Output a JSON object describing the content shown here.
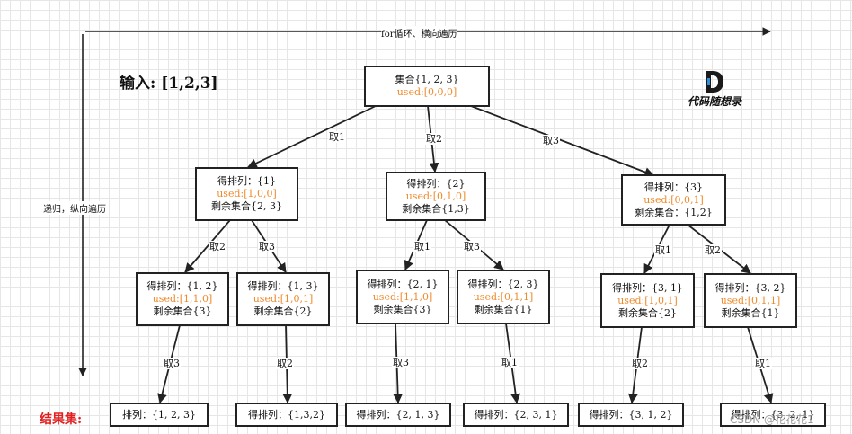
{
  "input_label": "输入: [1,2,3]",
  "result_label": "结果集:",
  "axes": {
    "horizontal": "for循环、横向遍历",
    "vertical": "递归，纵向遍历"
  },
  "brand": {
    "logo_letter": "D",
    "name": "代码随想录"
  },
  "watermark": "CSDN @花花花1",
  "nodes": {
    "root": {
      "line1": "集合{1, 2, 3}",
      "used": "used:[0,0,0]"
    },
    "n1": {
      "line1": "得排列：{1}",
      "used": "used:[1,0,0]",
      "line3": "剩余集合{2, 3}"
    },
    "n2": {
      "line1": "得排列：{2}",
      "used": "used:[0,1,0]",
      "line3": "剩余集合{1,3}"
    },
    "n3": {
      "line1": "得排列：{3}",
      "used": "used:[0,0,1]",
      "line3": "剩余集合：{1,2}"
    },
    "n12": {
      "line1": "得排列：{1, 2}",
      "used": "used:[1,1,0]",
      "line3": "剩余集合{3}"
    },
    "n13": {
      "line1": "得排列：{1, 3}",
      "used": "used:[1,0,1]",
      "line3": "剩余集合{2}"
    },
    "n21": {
      "line1": "得排列：{2, 1}",
      "used": "used:[1,1,0]",
      "line3": "剩余集合{3}"
    },
    "n23": {
      "line1": "得排列：{2, 3}",
      "used": "used:[0,1,1]",
      "line3": "剩余集合{1}"
    },
    "n31": {
      "line1": "得排列：{3, 1}",
      "used": "used:[1,0,1]",
      "line3": "剩余集合{2}"
    },
    "n32": {
      "line1": "得排列：{3, 2}",
      "used": "used:[0,1,1]",
      "line3": "剩余集合{1}"
    },
    "r123": {
      "line1": "排列：{1, 2, 3}"
    },
    "r132": {
      "line1": "得排列：{1,3,2}"
    },
    "r213": {
      "line1": "得排列：{2, 1, 3}"
    },
    "r231": {
      "line1": "得排列：{2, 3, 1}"
    },
    "r312": {
      "line1": "得排列：{3, 1, 2}"
    },
    "r321": {
      "line1": "得排列：{3, 2, 1}"
    }
  },
  "edges": {
    "e_root_1": "取1",
    "e_root_2": "取2",
    "e_root_3": "取3",
    "e_1_12": "取2",
    "e_1_13": "取3",
    "e_2_21": "取1",
    "e_2_23": "取3",
    "e_3_31": "取1",
    "e_3_32": "取2",
    "e_12": "取3",
    "e_13": "取2",
    "e_21": "取3",
    "e_23": "取1",
    "e_31": "取2",
    "e_32": "取1"
  }
}
